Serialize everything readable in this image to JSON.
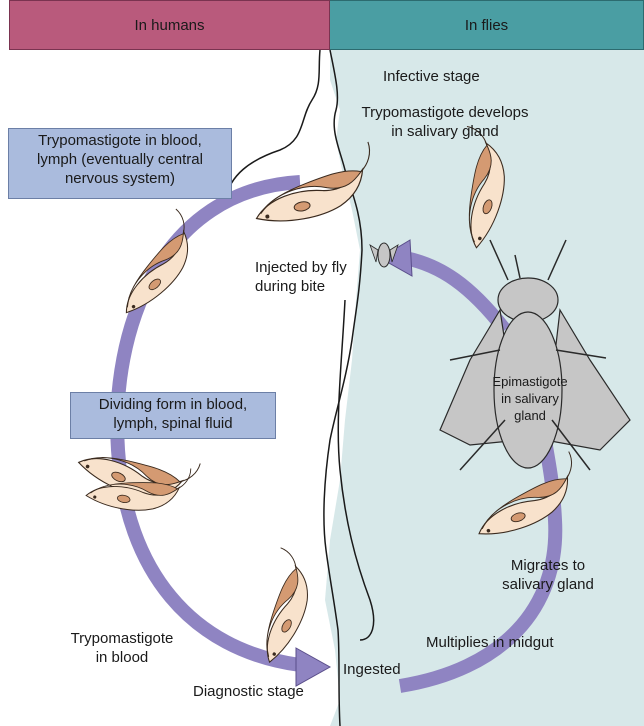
{
  "headers": {
    "humans": "In humans",
    "flies": "In flies"
  },
  "labels": {
    "infective_stage": "Infective stage",
    "develops_1": "Trypomastigote develops",
    "develops_2": "in salivary gland",
    "injected_1": "Injected by fly",
    "injected_2": "during bite",
    "epi_1": "Epimastigote",
    "epi_2": "in salivary",
    "epi_3": "gland",
    "migrates_1": "Migrates to",
    "migrates_2": "salivary gland",
    "multiplies": "Multiplies in midgut",
    "ingested": "Ingested",
    "tryp_blood_1": "Trypomastigote",
    "tryp_blood_2": "in blood",
    "diagnostic": "Diagnostic stage"
  },
  "boxes": {
    "blood_lymph": [
      "Trypomastigote in blood,",
      "lymph (eventually central",
      "nervous system)"
    ],
    "dividing": [
      "Dividing form in blood,",
      "lymph, spinal fluid"
    ]
  },
  "colors": {
    "humans_header": "#b95a7c",
    "flies_header": "#4a9ea3",
    "flies_background": "#d7e8e9",
    "cycle_arrow": "#8f84c2",
    "label_box": "#aabbdd",
    "parasite_fill": "#f8e2cc",
    "parasite_accent": "#d49a72",
    "fly_fill": "#c6c6c6"
  }
}
